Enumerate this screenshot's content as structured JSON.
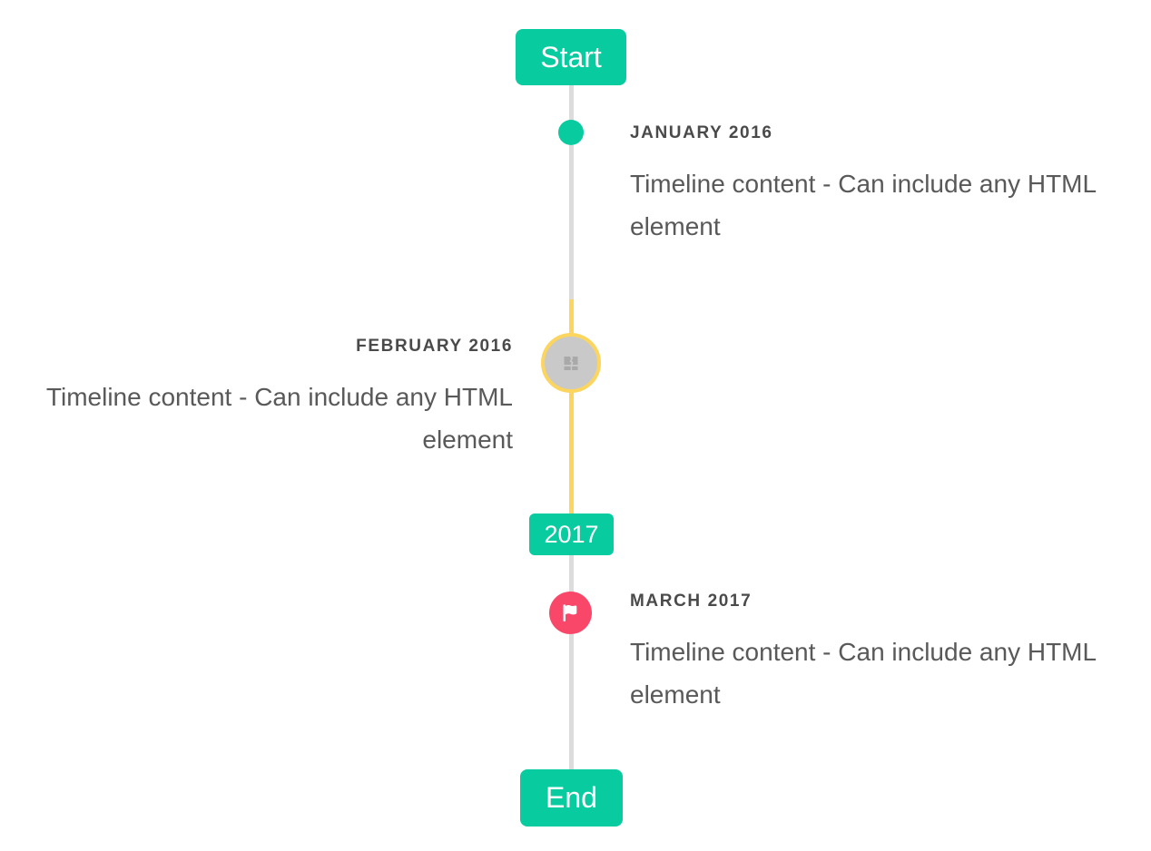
{
  "timeline": {
    "start_label": "Start",
    "end_label": "End",
    "year_divider_label": "2017",
    "entries": [
      {
        "title": "JANUARY 2016",
        "content": "Timeline content - Can include any HTML element",
        "side": "right",
        "marker": "teal-dot"
      },
      {
        "title": "FEBRUARY 2016",
        "content": "Timeline content - Can include any HTML element",
        "side": "left",
        "marker": "image-placeholder-circle",
        "highlighted": true
      },
      {
        "title": "MARCH 2017",
        "content": "Timeline content - Can include any HTML element",
        "side": "right",
        "marker": "flag-circle"
      }
    ],
    "colors": {
      "accent_teal": "#09cba0",
      "highlight_yellow": "#fcd55f",
      "flag_red": "#f9476a",
      "line_gray": "#dcdcdc",
      "node_gray_fill": "#c9c9c9",
      "title_text": "#4a4a4a",
      "body_text": "#595959",
      "badge_text": "#ffffff"
    }
  }
}
